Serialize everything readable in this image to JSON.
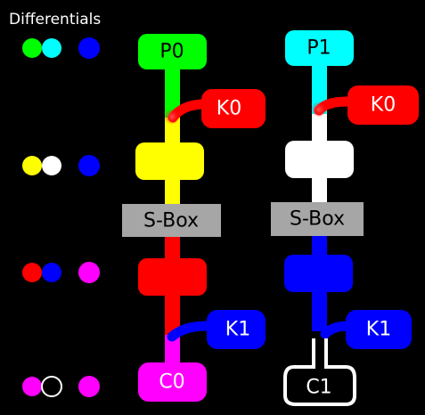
{
  "title": "Differentials",
  "colors": {
    "green": "#00ff00",
    "cyan": "#00ffff",
    "blue": "#0000ff",
    "yellow": "#ffff00",
    "white": "#ffffff",
    "red": "#ff0000",
    "magenta": "#ff00ff",
    "gray": "#a6a6a6",
    "black": "#000000"
  },
  "left_path": {
    "plaintext": "P0",
    "key_first": "K0",
    "sbox": "S-Box",
    "key_second": "K1",
    "ciphertext": "C0"
  },
  "right_path": {
    "plaintext": "P1",
    "key_first": "K0",
    "sbox": "S-Box",
    "key_second": "K1",
    "ciphertext": "C1"
  },
  "legend_rows": [
    {
      "pair": [
        "green",
        "cyan"
      ],
      "result": "blue"
    },
    {
      "pair": [
        "yellow",
        "white"
      ],
      "result": "blue"
    },
    {
      "pair": [
        "red",
        "blue"
      ],
      "result": "magenta"
    },
    {
      "pair": [
        "magenta",
        "black"
      ],
      "result": "magenta"
    }
  ]
}
